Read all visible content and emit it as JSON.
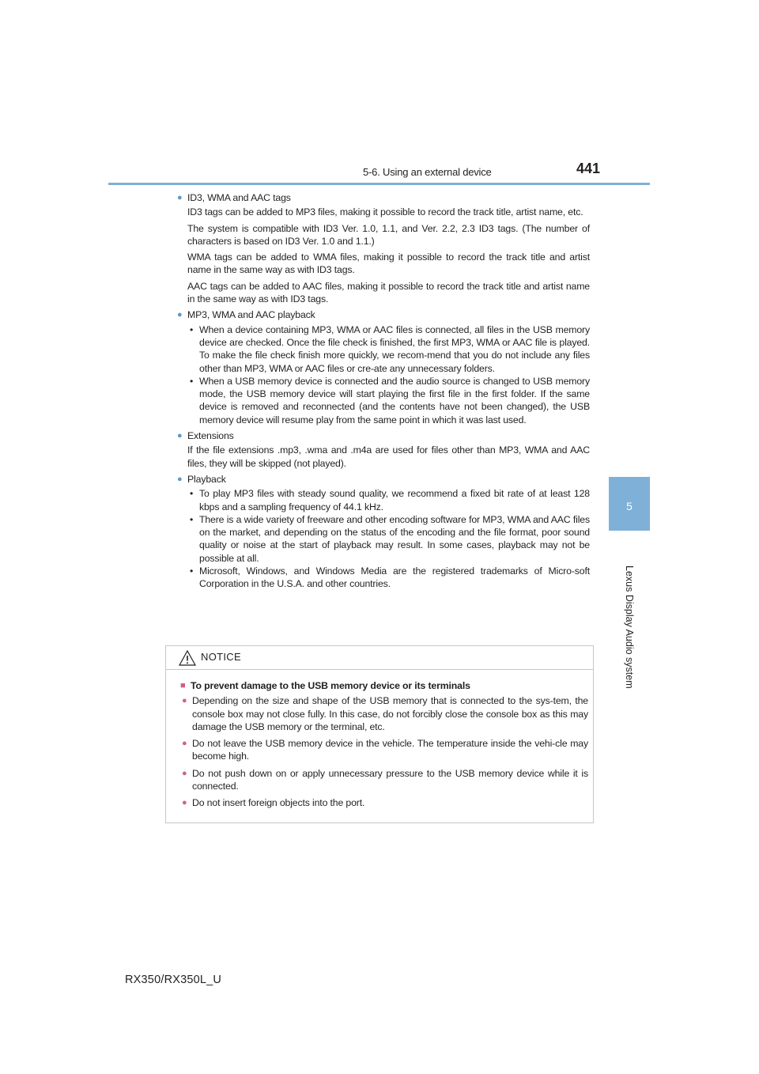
{
  "header": {
    "section_title": "5-6. Using an external device",
    "page_number": "441",
    "accent_color": "#7fb0d8"
  },
  "side_tab": {
    "number": "5",
    "label": "Lexus Display Audio system"
  },
  "sections": [
    {
      "heading": "ID3, WMA and AAC tags",
      "paragraphs": [
        "ID3 tags can be added to MP3 files, making it possible to record the track title, artist name, etc.",
        "The system is compatible with ID3 Ver. 1.0, 1.1, and Ver. 2.2, 2.3 ID3 tags. (The number of characters is based on ID3 Ver. 1.0 and 1.1.)",
        "WMA tags can be added to WMA files, making it possible to record the track title and artist name in the same way as with ID3 tags.",
        "AAC tags can be added to AAC files, making it possible to record the track title and artist name in the same way as with ID3 tags."
      ]
    },
    {
      "heading": "MP3, WMA and AAC playback",
      "items": [
        "When a device containing MP3, WMA or AAC files is connected, all files in the USB memory device are checked. Once the file check is finished, the first MP3, WMA or AAC file is played. To make the file check finish more quickly, we recom-mend that you do not include any files other than MP3, WMA or AAC files or cre-ate any unnecessary folders.",
        "When a USB memory device is connected and the audio source is changed to USB memory mode, the USB memory device will start playing the first file in the first folder. If the same device is removed and reconnected (and the contents have not been changed), the USB memory device will resume play from the same point in which it was last used."
      ]
    },
    {
      "heading": "Extensions",
      "paragraphs": [
        "If the file extensions .mp3, .wma and .m4a are used for files other than MP3, WMA and AAC files, they will be skipped (not played)."
      ]
    },
    {
      "heading": "Playback",
      "items": [
        "To play MP3 files with steady sound quality, we recommend a fixed bit rate of at least 128 kbps and a sampling frequency of 44.1 kHz.",
        "There is a wide variety of freeware and other encoding software for MP3, WMA and AAC files on the market, and depending on the status of the encoding and the file format, poor sound quality or noise at the start of playback may result. In some cases, playback may not be possible at all.",
        "Microsoft, Windows, and Windows Media are the registered trademarks of Micro-soft Corporation in the U.S.A. and other countries."
      ]
    }
  ],
  "notice": {
    "title": "NOTICE",
    "heading": "To prevent damage to the USB memory device or its terminals",
    "items": [
      "Depending on the size and shape of the USB memory that is connected to the sys-tem, the console box may not close fully. In this case, do not forcibly close the console box as this may damage the USB memory or the terminal, etc.",
      "Do not leave the USB memory device in the vehicle. The temperature inside the vehi-cle may become high.",
      "Do not push down on or apply unnecessary pressure to the USB memory device while it is connected.",
      "Do not insert foreign objects into the port."
    ]
  },
  "footer": {
    "model": "RX350/RX350L_U"
  }
}
